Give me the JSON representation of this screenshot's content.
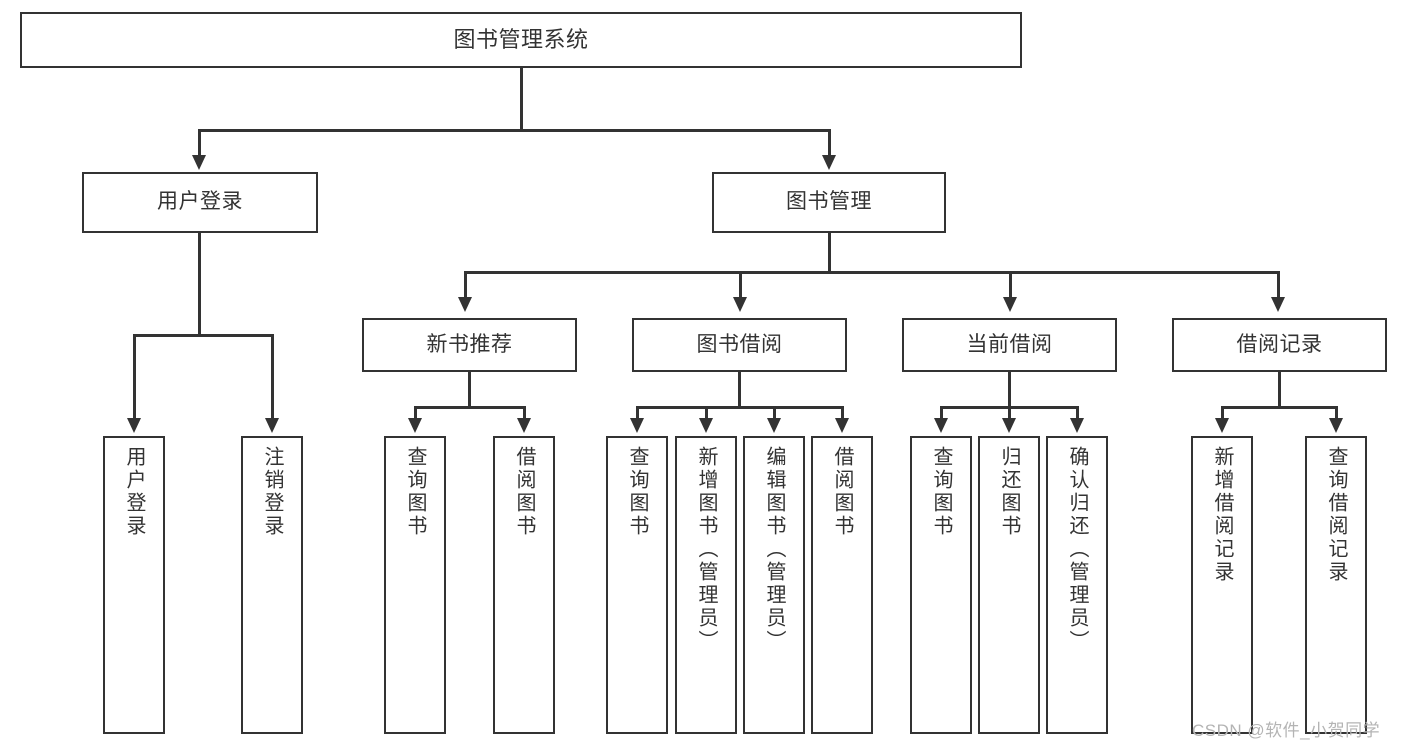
{
  "diagram": {
    "title_node": {
      "label": "图书管理系统"
    },
    "level2": [
      {
        "label": "用户登录"
      },
      {
        "label": "图书管理"
      }
    ],
    "level3": [
      {
        "label": "新书推荐"
      },
      {
        "label": "图书借阅"
      },
      {
        "label": "当前借阅"
      },
      {
        "label": "借阅记录"
      }
    ],
    "leaves": {
      "user_login": [
        {
          "label": "用户登录"
        },
        {
          "label": "注销登录"
        }
      ],
      "new_book_recommend": [
        {
          "label": "查询图书"
        },
        {
          "label": "借阅图书"
        }
      ],
      "book_borrow": [
        {
          "label": "查询图书"
        },
        {
          "label": "新增图书（管理员）"
        },
        {
          "label": "编辑图书（管理员）"
        },
        {
          "label": "借阅图书"
        }
      ],
      "current_borrow": [
        {
          "label": "查询图书"
        },
        {
          "label": "归还图书"
        },
        {
          "label": "确认归还（管理员）"
        }
      ],
      "borrow_record": [
        {
          "label": "新增借阅记录"
        },
        {
          "label": "查询借阅记录"
        }
      ]
    }
  },
  "watermark": {
    "text": "CSDN @软件_小贺同学"
  },
  "colors": {
    "line": "#333333",
    "text": "#333333",
    "background": "#ffffff",
    "watermark": "#b4b4b4"
  }
}
